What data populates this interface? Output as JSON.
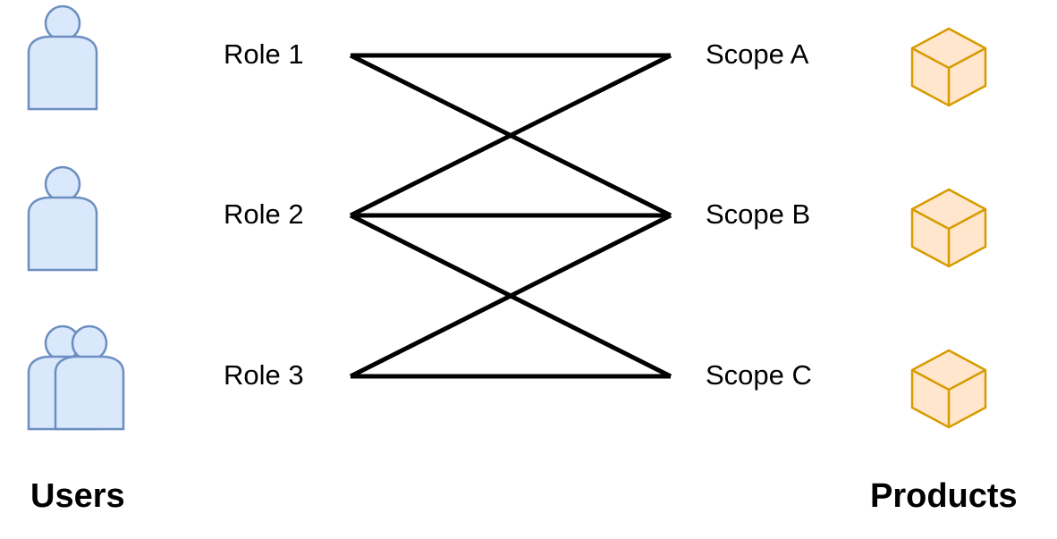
{
  "colors": {
    "user_fill": "#dae8fc",
    "user_stroke": "#6c8ebf",
    "product_fill": "#ffe6cc",
    "product_stroke": "#d79b00",
    "connector": "#000000"
  },
  "groups": {
    "users_label": "Users",
    "products_label": "Products"
  },
  "users": [
    {
      "icon": "user-icon"
    },
    {
      "icon": "user-icon"
    },
    {
      "icon": "user-group-icon"
    }
  ],
  "roles": [
    {
      "label": "Role 1"
    },
    {
      "label": "Role 2"
    },
    {
      "label": "Role 3"
    }
  ],
  "scopes": [
    {
      "label": "Scope A"
    },
    {
      "label": "Scope B"
    },
    {
      "label": "Scope C"
    }
  ],
  "products": [
    {
      "icon": "cube-icon"
    },
    {
      "icon": "cube-icon"
    },
    {
      "icon": "cube-icon"
    }
  ],
  "connections": [
    {
      "from": "Role 1",
      "to": "Scope A"
    },
    {
      "from": "Role 1",
      "to": "Scope B"
    },
    {
      "from": "Role 2",
      "to": "Scope A"
    },
    {
      "from": "Role 2",
      "to": "Scope B"
    },
    {
      "from": "Role 2",
      "to": "Scope C"
    },
    {
      "from": "Role 3",
      "to": "Scope B"
    },
    {
      "from": "Role 3",
      "to": "Scope C"
    }
  ]
}
